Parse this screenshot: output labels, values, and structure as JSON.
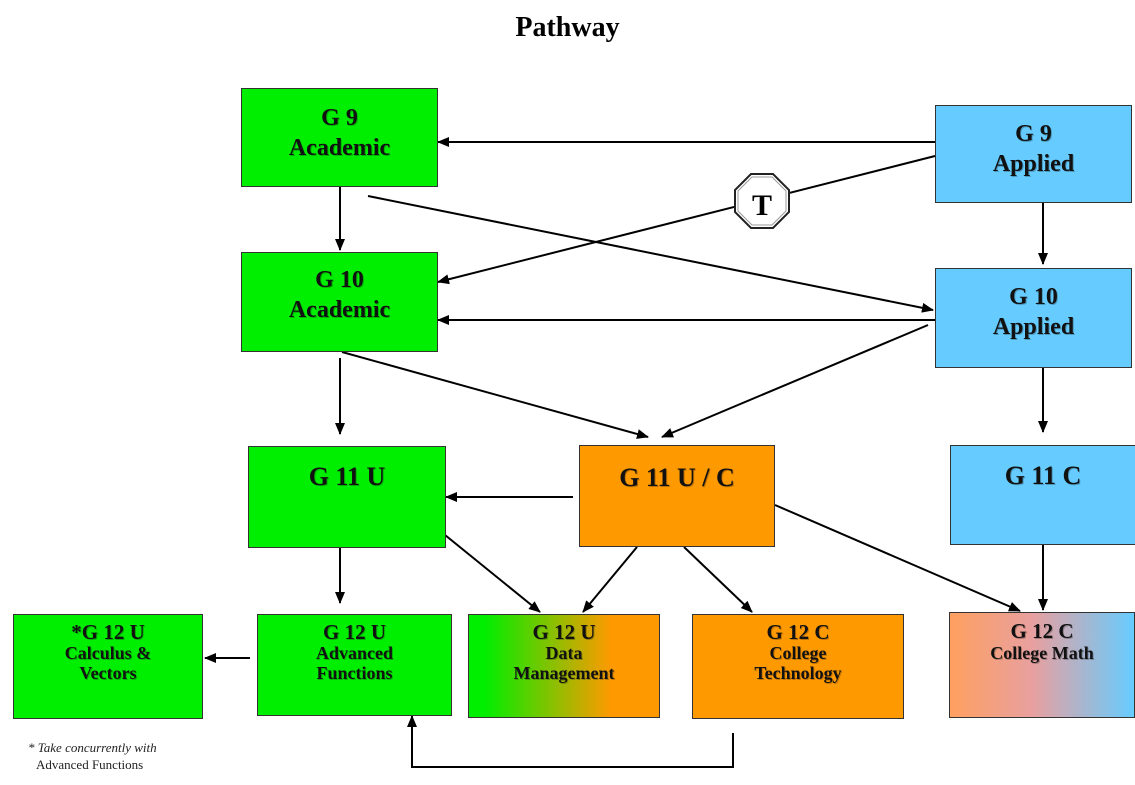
{
  "title": "Pathway",
  "transfer_label": "T",
  "nodes": {
    "g9_academic": {
      "line1": "G 9",
      "line2": "Academic"
    },
    "g9_applied": {
      "line1": "G 9",
      "line2": "Applied"
    },
    "g10_academic": {
      "line1": "G 10",
      "line2": "Academic"
    },
    "g10_applied": {
      "line1": "G 10",
      "line2": "Applied"
    },
    "g11_u": {
      "line1": "G 11 U"
    },
    "g11_uc": {
      "line1": "G 11 U / C"
    },
    "g11_c": {
      "line1": "G 11 C"
    },
    "g12_calc": {
      "line1": "*G 12 U",
      "line2": "Calculus &",
      "line3": "Vectors"
    },
    "g12_adv": {
      "line1": "G 12 U",
      "line2": "Advanced",
      "line3": "Functions"
    },
    "g12_data": {
      "line1": "G 12 U",
      "line2": "Data",
      "line3": "Management"
    },
    "g12_tech": {
      "line1": "G 12 C",
      "line2": "College",
      "line3": "Technology"
    },
    "g12_math": {
      "line1": "G 12 C",
      "line2": "College Math"
    }
  },
  "footnote": {
    "line1": "* Take concurrently with",
    "line2": "Advanced Functions"
  },
  "colors": {
    "academic": "#00ee00",
    "applied": "#66ccff",
    "college": "#ff9900"
  }
}
